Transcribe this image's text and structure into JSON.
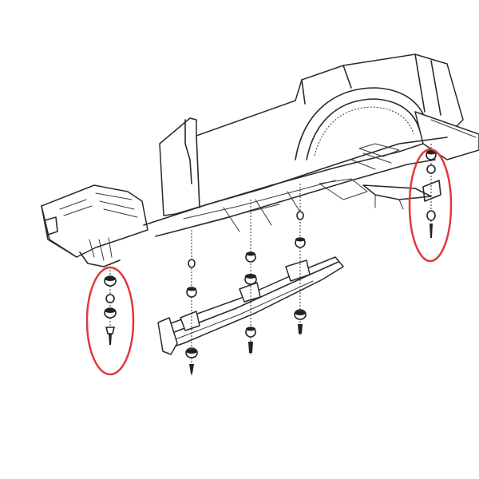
{
  "diagram": {
    "line_color": "#2a2a2a",
    "highlight_color": "#e0393b",
    "highlights": [
      {
        "name": "front-left-body-mount",
        "note": "circled"
      },
      {
        "name": "rear-right-body-mount",
        "note": "circled"
      }
    ]
  }
}
